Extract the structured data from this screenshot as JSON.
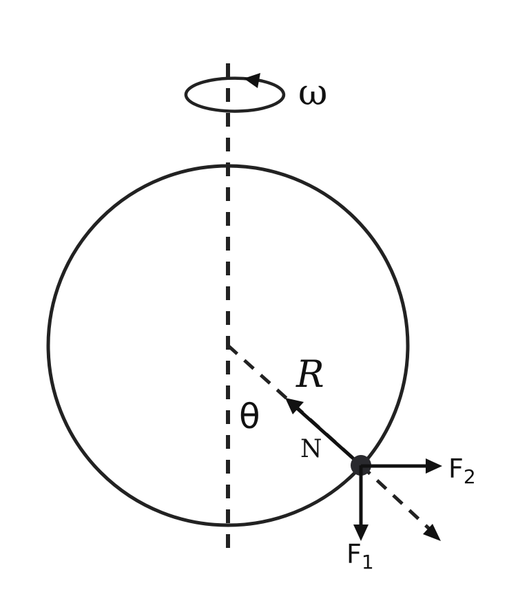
{
  "labels": {
    "omega": "ω",
    "radius": "R",
    "angle": "θ",
    "normal": "N",
    "force1_main": "F",
    "force1_sub": "1",
    "force2_main": "F",
    "force2_sub": "2"
  },
  "colors": {
    "stroke": "#222222",
    "bead": "#2a2a2e"
  },
  "icons": {
    "rotation": "circular-arrow-icon"
  }
}
